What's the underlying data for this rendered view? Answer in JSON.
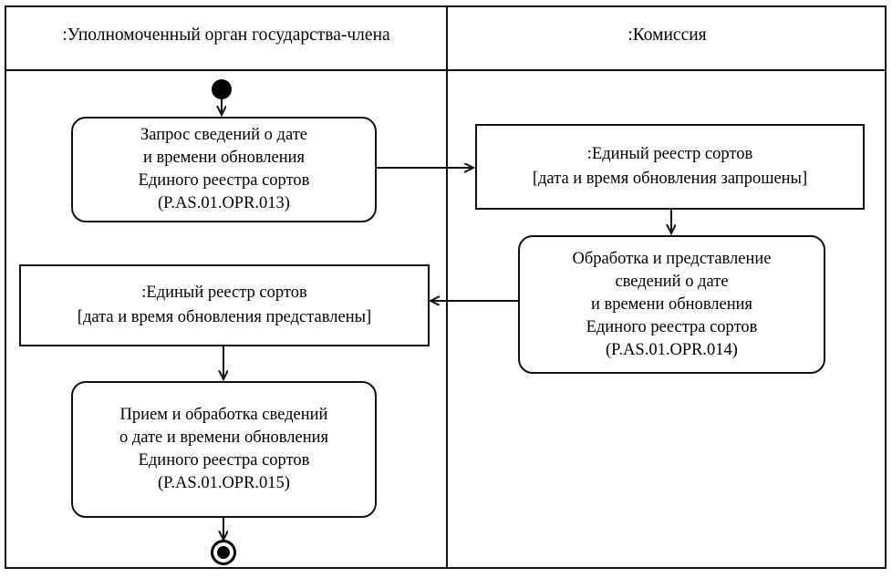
{
  "diagram": {
    "type": "uml-activity-diagram",
    "lanes": [
      {
        "id": "lane-member-state",
        "title": ":Уполномоченный орган государства-члена"
      },
      {
        "id": "lane-commission",
        "title": ":Комиссия"
      }
    ],
    "nodes": [
      {
        "id": "initial-node",
        "kind": "initial",
        "lane": 0
      },
      {
        "id": "activity-opr-013",
        "kind": "activity",
        "lane": 0,
        "code": "P.AS.01.OPR.013",
        "lines": [
          "Запрос сведений о дате",
          "и времени обновления",
          "Единого реестра сортов",
          "(P.AS.01.OPR.013)"
        ]
      },
      {
        "id": "object-registry-requested",
        "kind": "object",
        "lane": 1,
        "lines": [
          ":Единый реестр сортов",
          "[дата и время обновления запрошены]"
        ]
      },
      {
        "id": "activity-opr-014",
        "kind": "activity",
        "lane": 1,
        "code": "P.AS.01.OPR.014",
        "lines": [
          "Обработка и представление",
          "сведений о дате",
          "и времени обновления",
          "Единого реестра сортов",
          "(P.AS.01.OPR.014)"
        ]
      },
      {
        "id": "object-registry-provided",
        "kind": "object",
        "lane": 0,
        "lines": [
          ":Единый реестр сортов",
          "[дата и время обновления представлены]"
        ]
      },
      {
        "id": "activity-opr-015",
        "kind": "activity",
        "lane": 0,
        "code": "P.AS.01.OPR.015",
        "lines": [
          "Прием и обработка сведений",
          "о дате и времени обновления",
          "Единого реестра сортов",
          "(P.AS.01.OPR.015)"
        ]
      },
      {
        "id": "final-node",
        "kind": "final",
        "lane": 0
      }
    ],
    "edges": [
      {
        "from": "initial-node",
        "to": "activity-opr-013"
      },
      {
        "from": "activity-opr-013",
        "to": "object-registry-requested"
      },
      {
        "from": "object-registry-requested",
        "to": "activity-opr-014"
      },
      {
        "from": "activity-opr-014",
        "to": "object-registry-provided"
      },
      {
        "from": "object-registry-provided",
        "to": "activity-opr-015"
      },
      {
        "from": "activity-opr-015",
        "to": "final-node"
      }
    ],
    "colors": {
      "stroke": "#111111",
      "fill": "#ffffff",
      "text": "#000000"
    }
  }
}
